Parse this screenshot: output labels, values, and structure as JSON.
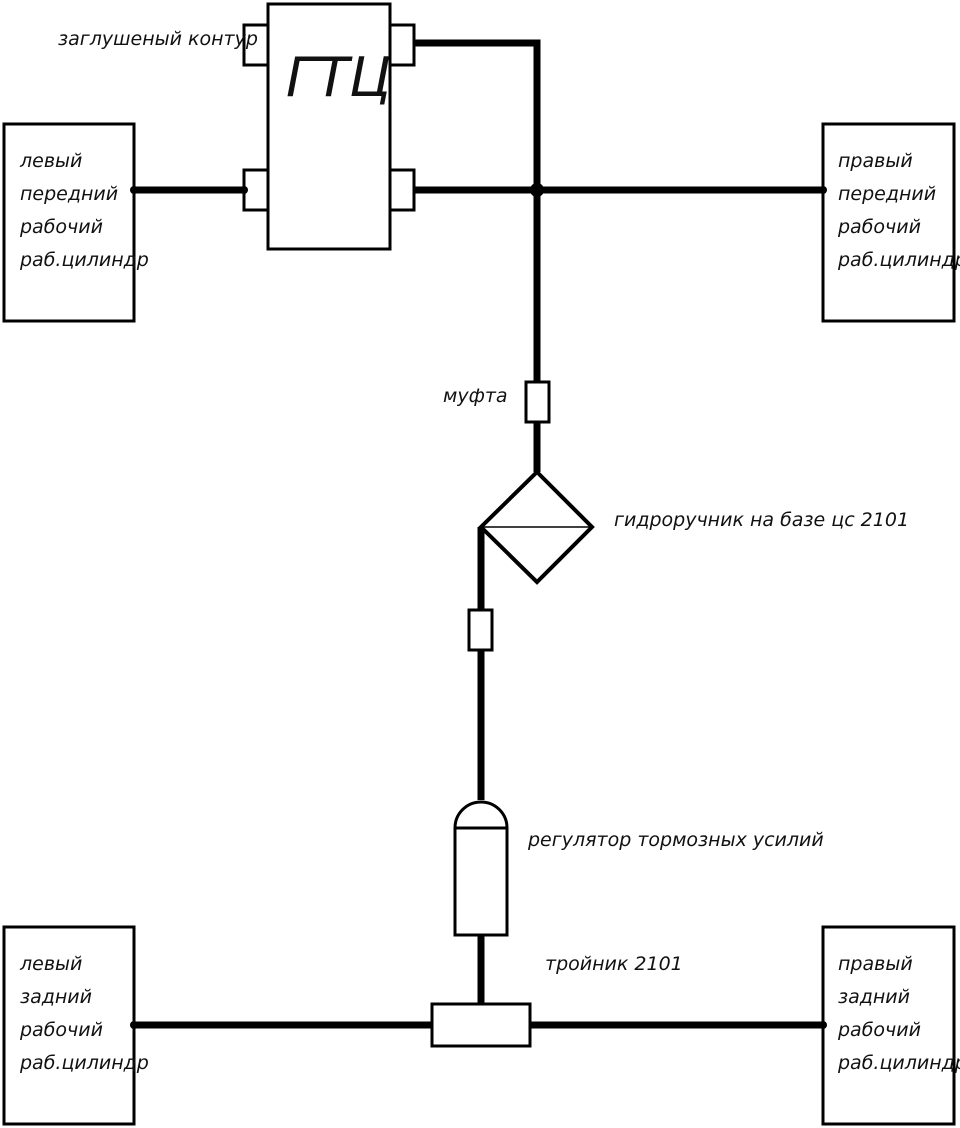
{
  "master_cylinder": {
    "title": "ГТЦ",
    "plugged_circuit_label": "заглушеный контур"
  },
  "cylinders": {
    "front_left": [
      "левый",
      "передний",
      "рабочий",
      "раб.цилиндр"
    ],
    "front_right": [
      "правый",
      "передний",
      "рабочий",
      "раб.цилиндр"
    ],
    "rear_left": [
      "левый",
      "задний",
      "рабочий",
      "раб.цилиндр"
    ],
    "rear_right": [
      "правый",
      "задний",
      "рабочий",
      "раб.цилиндр"
    ]
  },
  "components": {
    "coupling_label": "муфта",
    "hydro_handbrake_label": "гидроручник на базе цс 2101",
    "brake_regulator_label": "регулятор тормозных усилий",
    "tee_label": "тройник 2101"
  },
  "colors": {
    "line": "#000000",
    "background": "#ffffff"
  }
}
